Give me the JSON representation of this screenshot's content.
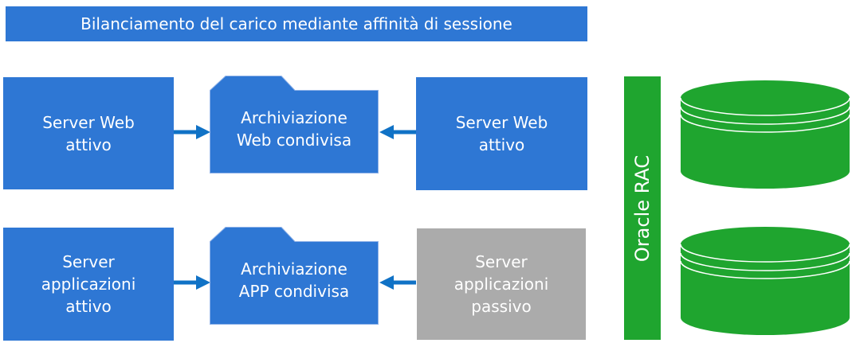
{
  "title": "Bilanciamento del carico mediante affinità di sessione",
  "colors": {
    "box_blue": "#2E77D4",
    "arrow_blue": "#1072C6",
    "rac_green": "#1FA52F",
    "passive_gray": "#ABABAB",
    "folder_outline": "#8FB2E8",
    "text_white": "#FFFFFF"
  },
  "nodes": {
    "server_web_left": "Server Web\nattivo",
    "storage_web": "Archiviazione\nWeb condivisa",
    "server_web_right": "Server Web\nattivo",
    "server_app_left": "Server\napplicazioni\nattivo",
    "storage_app": "Archiviazione\nAPP condivisa",
    "server_app_passive": "Server\napplicazioni\npassivo",
    "oracle_rac_label": "Oracle RAC"
  }
}
